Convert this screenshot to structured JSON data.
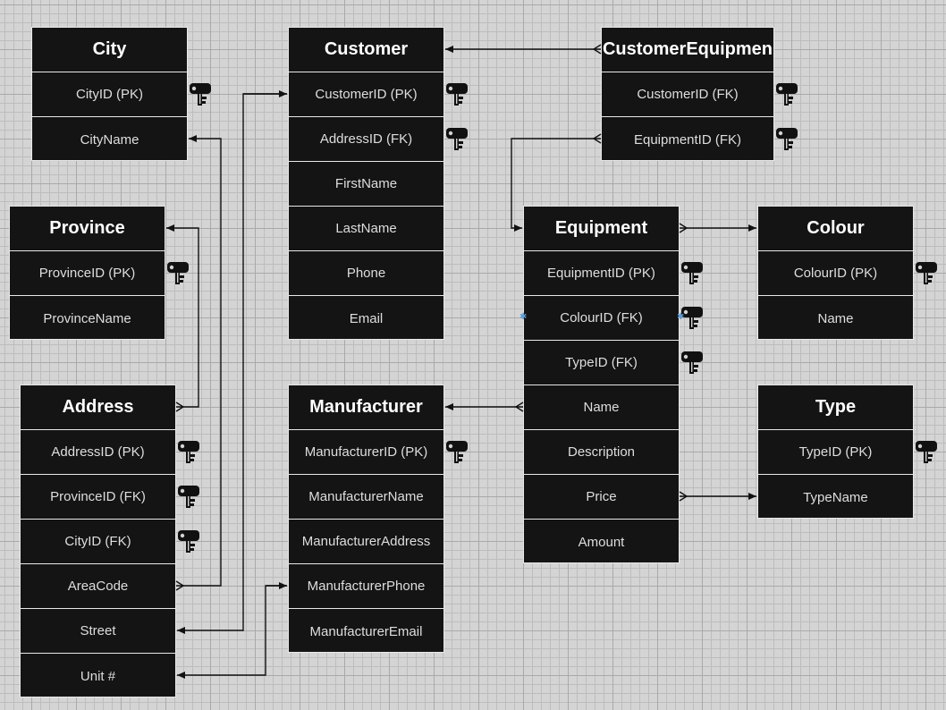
{
  "entities": {
    "city": {
      "title": "City",
      "fields": [
        "CityID (PK)",
        "CityName"
      ]
    },
    "customer": {
      "title": "Customer",
      "fields": [
        "CustomerID (PK)",
        "AddressID (FK)",
        "FirstName",
        "LastName",
        "Phone",
        "Email"
      ]
    },
    "customer_equipment": {
      "title": "CustomerEquipmen",
      "fields": [
        "CustomerID (FK)",
        "EquipmentID (FK)"
      ]
    },
    "province": {
      "title": "Province",
      "fields": [
        "ProvinceID (PK)",
        "ProvinceName"
      ]
    },
    "equipment": {
      "title": "Equipment",
      "fields": [
        "EquipmentID (PK)",
        "ColourID (FK)",
        "TypeID (FK)",
        "Name",
        "Description",
        "Price",
        "Amount"
      ]
    },
    "colour": {
      "title": "Colour",
      "fields": [
        "ColourID (PK)",
        "Name"
      ]
    },
    "address": {
      "title": "Address",
      "fields": [
        "AddressID (PK)",
        "ProvinceID (FK)",
        "CityID (FK)",
        "AreaCode",
        "Street",
        "Unit #"
      ]
    },
    "manufacturer": {
      "title": "Manufacturer",
      "fields": [
        "ManufacturerID (PK)",
        "ManufacturerName",
        "ManufacturerAddress",
        "ManufacturerPhone",
        "ManufacturerEmail"
      ]
    },
    "type": {
      "title": "Type",
      "fields": [
        "TypeID (PK)",
        "TypeName"
      ]
    }
  },
  "icons": {
    "key": "key-icon",
    "selection_handle": "selection-handle-icon"
  },
  "colors": {
    "entity_fill": "#141414",
    "entity_border": "#e9e9e9",
    "connector": "#111111",
    "handle": "#5b9bd5"
  }
}
